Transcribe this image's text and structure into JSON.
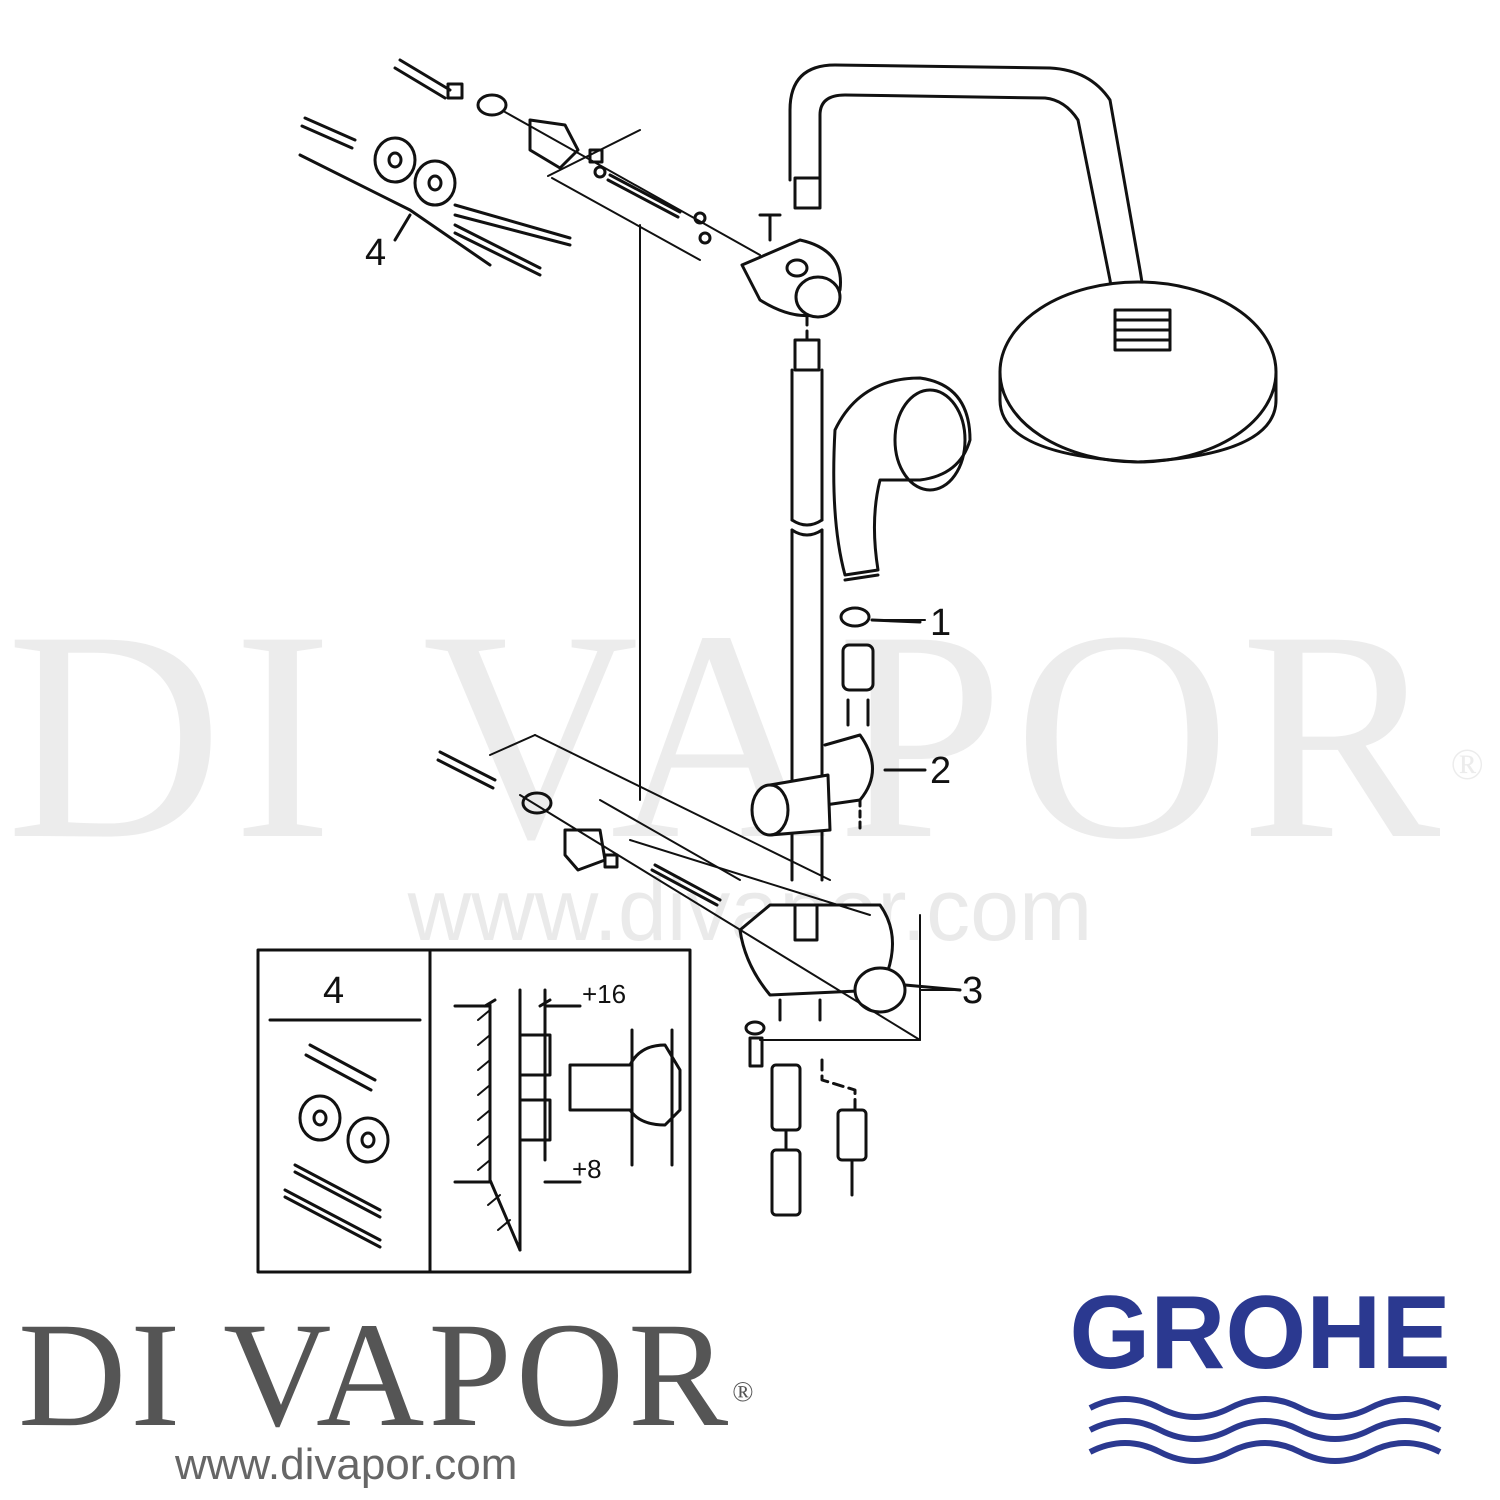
{
  "watermark": {
    "brand": "DI VAPOR",
    "registered": "®",
    "url": "www.divapor.com"
  },
  "footer": {
    "brand": "DI VAPOR",
    "registered": "®",
    "url": "www.divapor.com"
  },
  "logo": {
    "text": "GROHE",
    "color": "#2b3990"
  },
  "callouts": {
    "part1": "1",
    "part2": "2",
    "part3": "3",
    "part4": "4",
    "kit4": "4"
  },
  "dimensions": {
    "top": "+16",
    "bottom": "+8"
  },
  "colors": {
    "line": "#111111",
    "logo": "#2b3990"
  }
}
